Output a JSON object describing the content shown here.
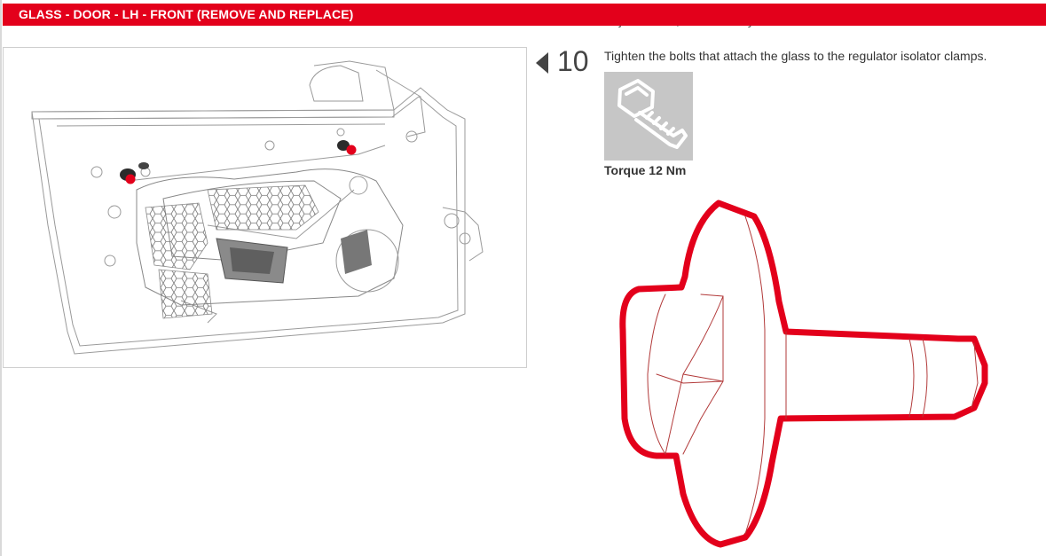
{
  "header": {
    "title": "GLASS - DOOR - LH - FRONT (REMOVE AND REPLACE)"
  },
  "previous_step_fragment": "adjustments, if necessary.",
  "step": {
    "number": "10",
    "instruction": "Tighten the bolts that attach the glass to the regulator isolator clamps.",
    "icon": "torque-bolt-icon",
    "torque_label": "Torque 12 Nm"
  },
  "colors": {
    "header_red": "#e3001b",
    "highlight_red": "#e3001b",
    "icon_gray": "#c6c6c6",
    "text_dark": "#333333"
  },
  "icons": {
    "step_prev": "triangle-left-icon",
    "door_diagram": "door-assembly-diagram",
    "bolt_diagram": "bolt-highlight-diagram"
  }
}
